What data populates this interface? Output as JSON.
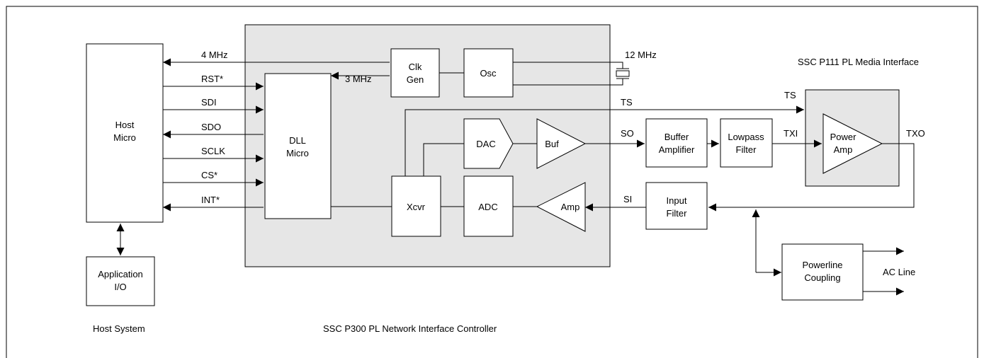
{
  "diagram": {
    "host": {
      "micro_line1": "Host",
      "micro_line2": "Micro",
      "appio_line1": "Application",
      "appio_line2": "I/O",
      "caption": "Host System"
    },
    "signals": {
      "clk4": "4 MHz",
      "rst": "RST*",
      "sdi": "SDI",
      "sdo": "SDO",
      "sclk": "SCLK",
      "cs": "CS*",
      "int": "INT*",
      "clk3": "3 MHz",
      "clk12": "12 MHz",
      "ts_top": "TS",
      "ts_pa": "TS",
      "so": "SO",
      "txi": "TXI",
      "txo": "TXO",
      "si": "SI"
    },
    "controller": {
      "clkgen_line1": "Clk",
      "clkgen_line2": "Gen",
      "osc": "Osc",
      "dll_line1": "DLL",
      "dll_line2": "Micro",
      "dac": "DAC",
      "buf": "Buf",
      "xcvr": "Xcvr",
      "adc": "ADC",
      "amp": "Amp",
      "caption": "SSC P300 PL Network Interface Controller"
    },
    "media": {
      "caption": "SSC P111 PL Media Interface",
      "buffer_line1": "Buffer",
      "buffer_line2": "Amplifier",
      "lowpass_line1": "Lowpass",
      "lowpass_line2": "Filter",
      "poweramp_line1": "Power",
      "poweramp_line2": "Amp",
      "input_line1": "Input",
      "input_line2": "Filter",
      "coupling_line1": "Powerline",
      "coupling_line2": "Coupling",
      "acline": "AC Line"
    },
    "colors": {
      "panel_fill": "#e6e6e6",
      "block_fill": "#ffffff",
      "line": "#000000"
    }
  }
}
